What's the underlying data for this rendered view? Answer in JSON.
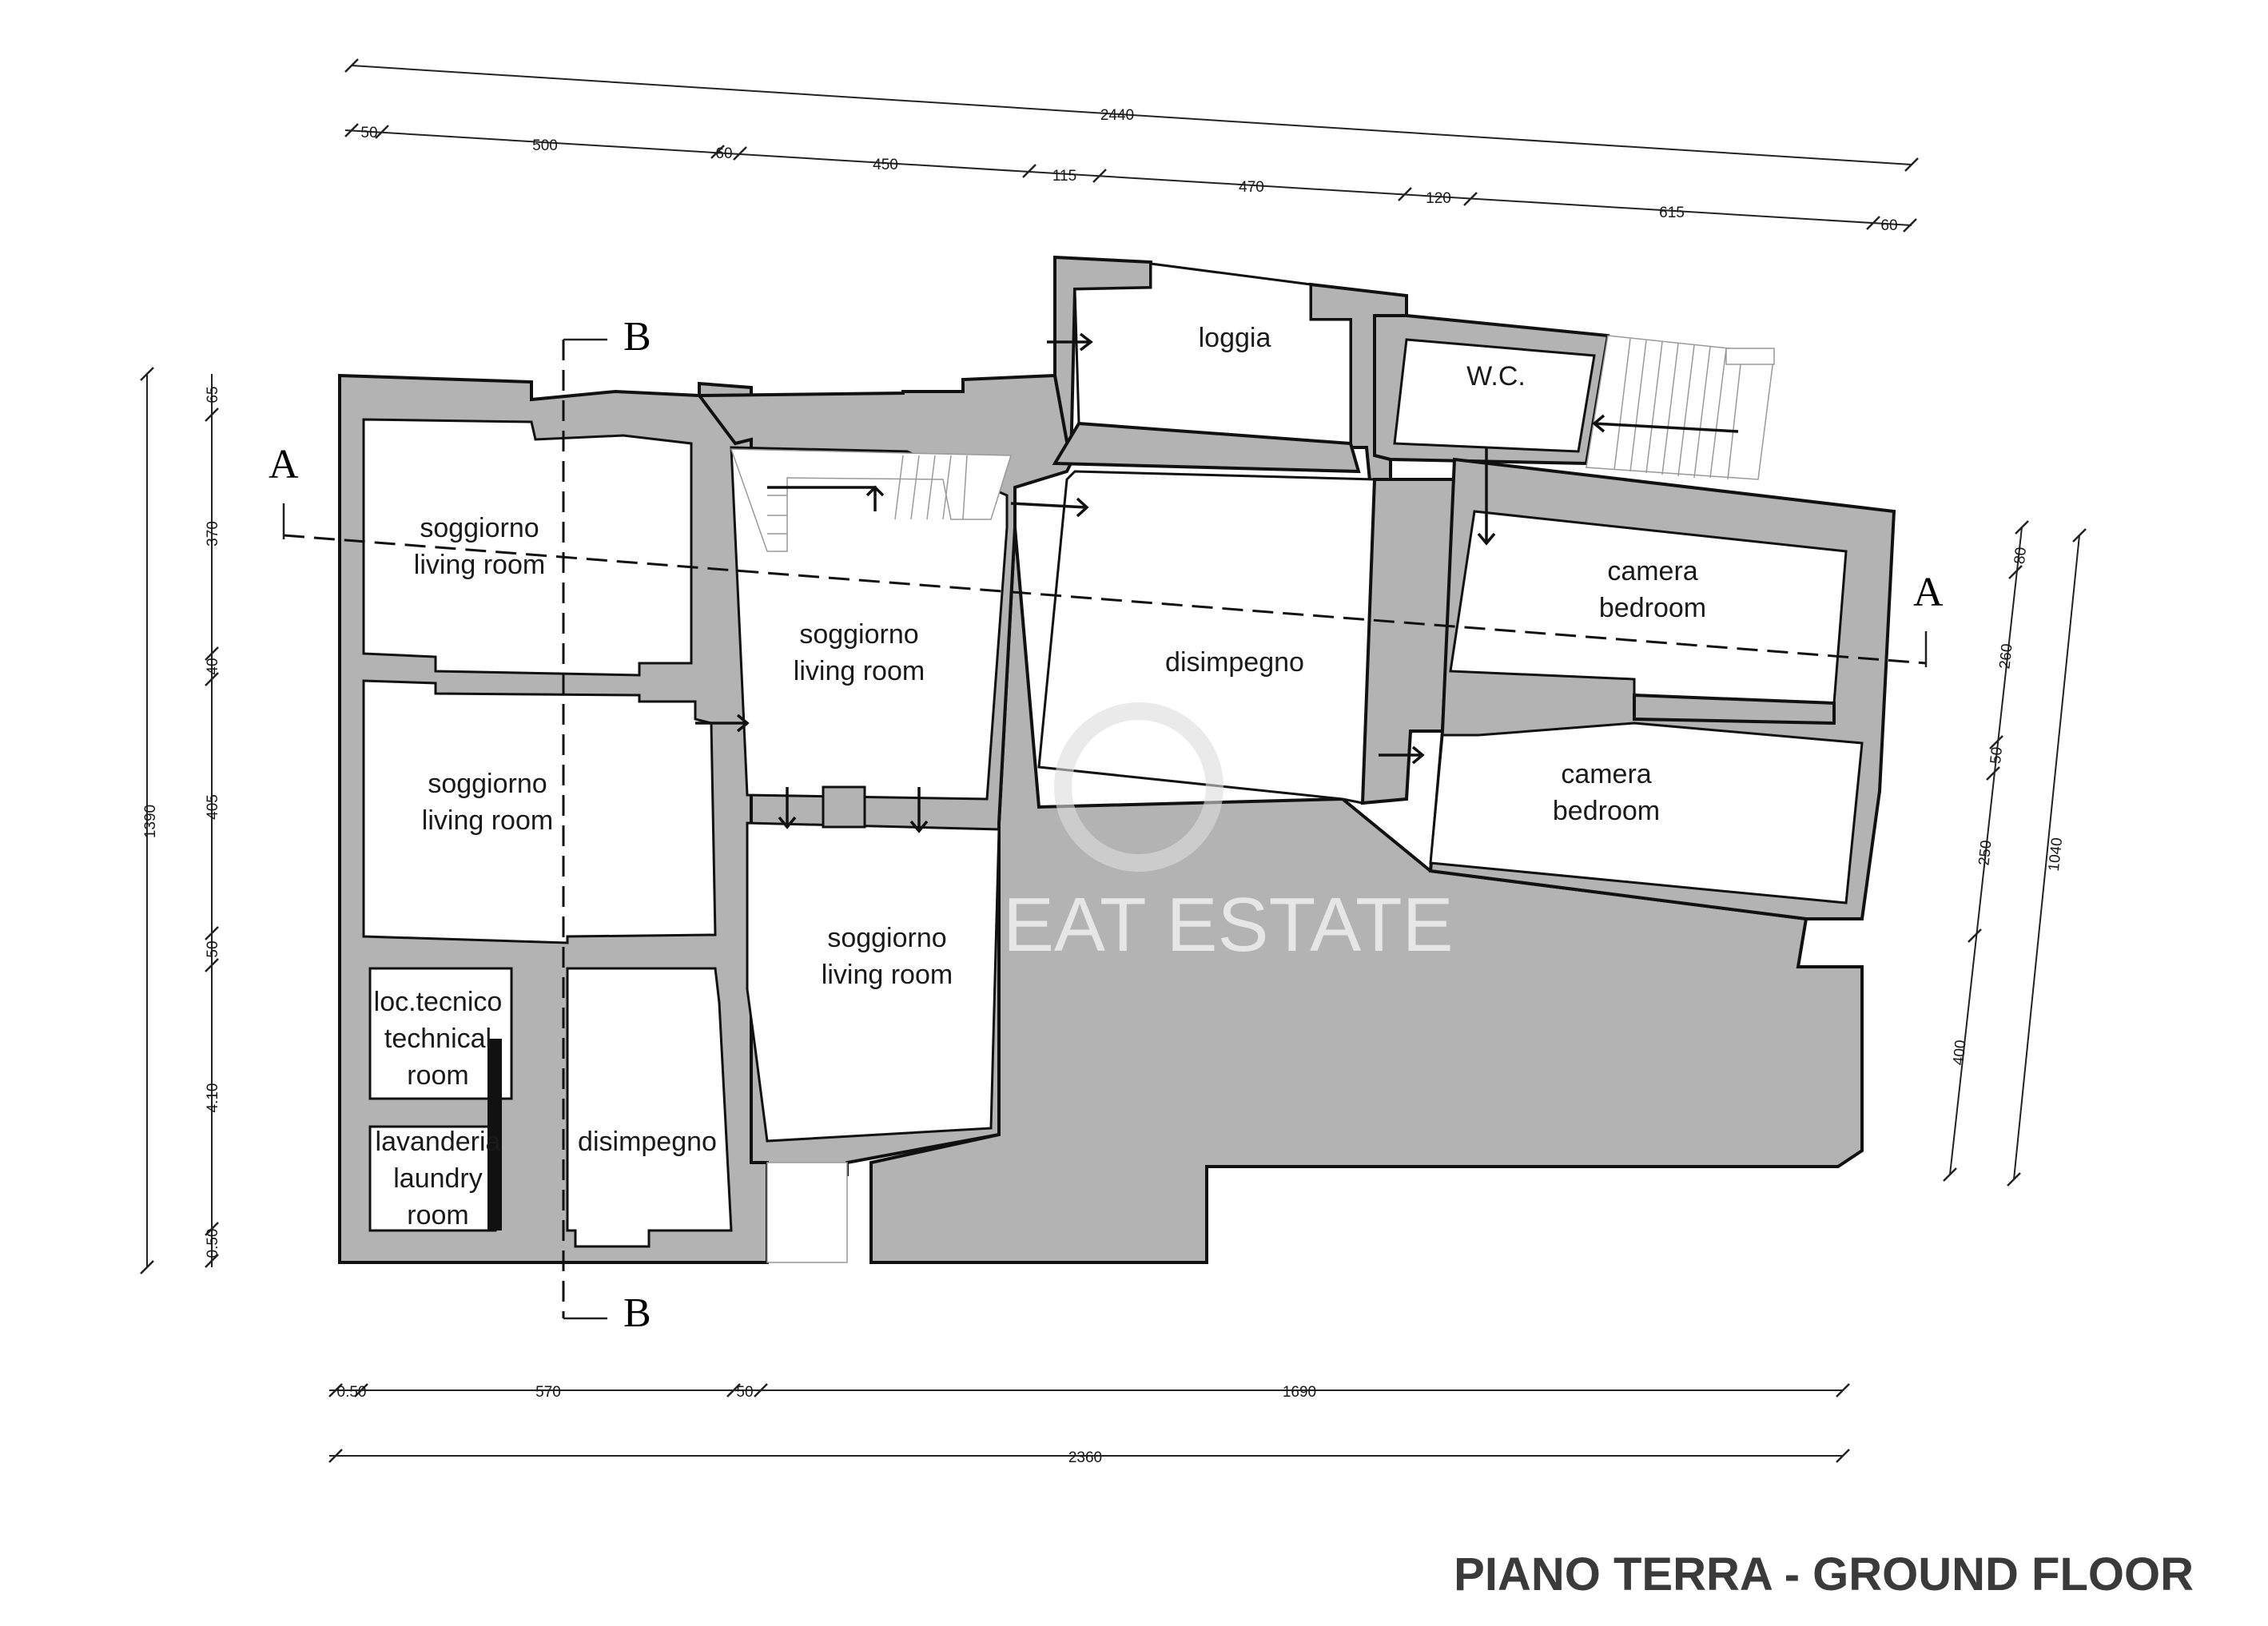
{
  "title": "PIANO TERRA - GROUND FLOOR",
  "watermark": "EAT ESTATE",
  "section_markers": {
    "a": "A",
    "b": "B"
  },
  "rooms": [
    {
      "name": "soggiorno",
      "label_en": "living room"
    },
    {
      "name": "soggiorno",
      "label_en": "living room"
    },
    {
      "name": "soggiorno",
      "label_en": "living room"
    },
    {
      "name": "soggiorno",
      "label_en": "living room"
    },
    {
      "name": "loggia"
    },
    {
      "name": "W.C."
    },
    {
      "name": "disimpegno"
    },
    {
      "name": "camera",
      "label_en": "bedroom"
    },
    {
      "name": "camera",
      "label_en": "bedroom"
    },
    {
      "name": "loc.tecnico",
      "label_en": "technical",
      "label_en2": "room"
    },
    {
      "name": "lavanderia",
      "label_en": "laundry",
      "label_en2": "room"
    },
    {
      "name": "disimpegno"
    }
  ],
  "dimensions": {
    "top_total": "2440",
    "top": [
      "50",
      "500",
      "60",
      "450",
      "115",
      "470",
      "120",
      "615",
      "60"
    ],
    "left_total": "1390",
    "left": [
      "65",
      "370",
      "40",
      "405",
      "50",
      "4.10",
      "0.50"
    ],
    "right_total": "1040",
    "right": [
      "80",
      "260",
      "50",
      "250",
      "400"
    ],
    "bottom": [
      "0.50",
      "570",
      "50",
      "1690"
    ],
    "bottom_total": "2360"
  }
}
